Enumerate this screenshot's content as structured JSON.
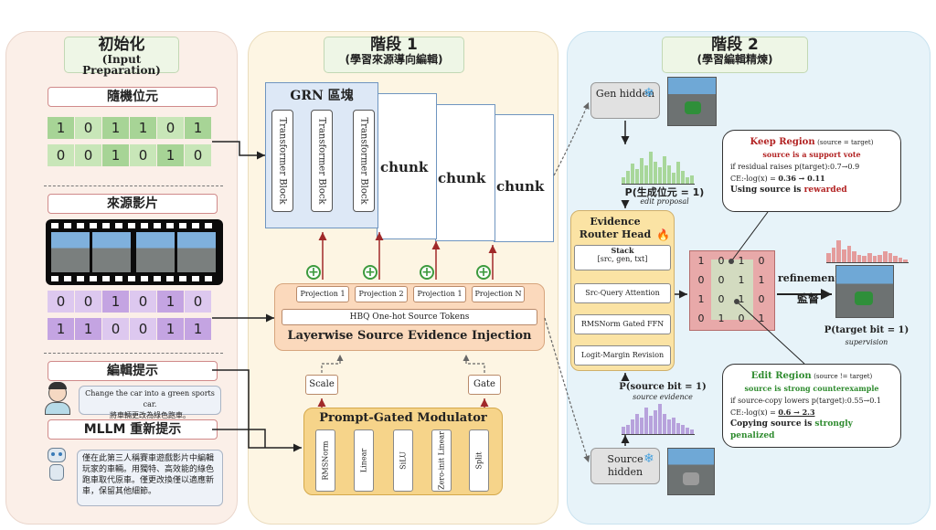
{
  "stage0": {
    "title": "初始化",
    "subtitle": "(Input Preparation)",
    "random_bits_label": "隨機位元",
    "source_video_label": "來源影片",
    "edit_prompt_label": "編輯提示",
    "mllm_label": "MLLM 重新提示",
    "bits_green_row1": [
      "1",
      "0",
      "1",
      "1",
      "0",
      "1"
    ],
    "bits_green_row2": [
      "0",
      "0",
      "1",
      "0",
      "1",
      "0"
    ],
    "bits_purple_row1": [
      "0",
      "0",
      "1",
      "0",
      "1",
      "0"
    ],
    "bits_purple_row2": [
      "1",
      "1",
      "0",
      "0",
      "1",
      "1"
    ],
    "prompt_en": "Change the car into a green sports car.",
    "prompt_zh": "將車輛更改為綠色跑車。",
    "mllm_text": "僅在此第三人稱賽車遊戲影片中編輯玩家的車輛。用獨特、高效能的綠色跑車取代原車。僅更改換僅以適應新車，保留其他細節。"
  },
  "stage1": {
    "title": "階段 1",
    "subtitle": "(學習來源導向編輯)",
    "grn_label": "GRN 區塊",
    "tblocks": [
      "Transformer Block",
      "Transformer Block",
      "Transformer Block"
    ],
    "chunk": "chunk",
    "projections": [
      "Projection 1",
      "Projection 2",
      "Projection 1",
      "Projection N"
    ],
    "hbq_label": "HBQ One-hot Source Tokens",
    "injection_label": "Layerwise Source Evidence Injection",
    "scale": "Scale",
    "gate": "Gate",
    "modulator_title": "Prompt-Gated Modulator",
    "modulator_blocks": [
      "RMSNorm",
      "Linear",
      "SiLU",
      "Zero-init Linear",
      "Split"
    ]
  },
  "stage2": {
    "title": "階段 2",
    "subtitle": "(學習編輯精煉)",
    "gen_hidden": "Gen hidden",
    "source_hidden": "Source hidden",
    "p_gen": "P(生成位元 = 1)",
    "edit_proposal": "edit proposal",
    "p_source": "P(source bit = 1)",
    "source_evidence": "source evidence",
    "router_title": "Evidence Router Head",
    "router_stack": "Stack",
    "router_stack_sub": "[src, gen, txt]",
    "router_items": [
      "Src-Query Attention",
      "RMSNorm Gated FFN",
      "Logit-Margin Revision"
    ],
    "grid": [
      [
        "1",
        "0",
        "1",
        "0"
      ],
      [
        "0",
        "0",
        "1",
        "1"
      ],
      [
        "1",
        "0",
        "1",
        "0"
      ],
      [
        "0",
        "1",
        "0",
        "1"
      ]
    ],
    "refinement": "refinement",
    "supervision_zh": "監督",
    "p_target": "P(target bit = 1)",
    "supervision": "supervision",
    "keep": {
      "title": "Keep Region",
      "cond": "(source = target)",
      "l1": "source is a support vote",
      "l2": "if residual raises p(target):0.7→0.9",
      "l3a": "CE:-log(x) = ",
      "l3b": "0.36 → 0.11",
      "l4a": "Using source is ",
      "l4b": "rewarded"
    },
    "edit": {
      "title": "Edit Region",
      "cond": "(source != target)",
      "l1": "source is strong counterexample",
      "l2": "if source-copy lowers p(target):0.55→0.1",
      "l3a": "CE:-log(x) = ",
      "l3b": "0.6 → 2.3",
      "l4a": "Copying source is ",
      "l4b": "strongly penalized"
    },
    "hist_gen": [
      0.2,
      0.35,
      0.55,
      0.4,
      0.7,
      0.5,
      0.85,
      0.6,
      0.45,
      0.75,
      0.5,
      0.3,
      0.6,
      0.35,
      0.2,
      0.25
    ],
    "hist_src": [
      0.25,
      0.3,
      0.45,
      0.6,
      0.5,
      0.8,
      0.55,
      0.7,
      0.9,
      0.6,
      0.45,
      0.5,
      0.35,
      0.3,
      0.2,
      0.15
    ],
    "hist_tgt": [
      0.3,
      0.45,
      0.65,
      0.4,
      0.5,
      0.35,
      0.25,
      0.2,
      0.3,
      0.2,
      0.25,
      0.35,
      0.3,
      0.2,
      0.15,
      0.1
    ]
  },
  "colors": {
    "green_bits": "#c8e6b8",
    "green_bits_dark": "#a7d496",
    "purple_bits": "#ddc8ef",
    "purple_bits_dark": "#c4a4e2",
    "arrow_red": "#a02929",
    "keep_red": "#b22222",
    "edit_green": "#2e8b2e"
  }
}
